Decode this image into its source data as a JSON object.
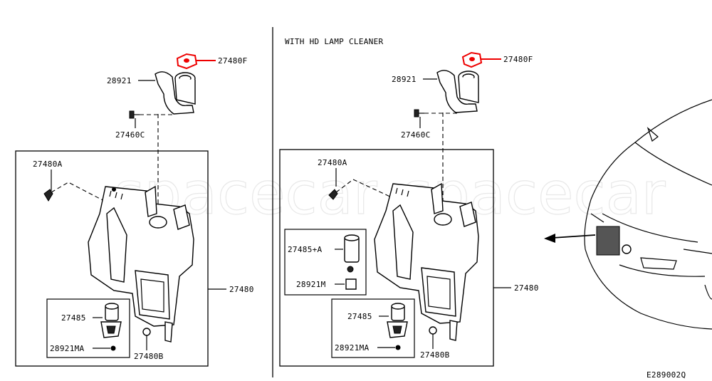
{
  "header": {
    "variant_label": "WITH HD LAMP CLEANER"
  },
  "watermark": "spacecar",
  "diagram_code": "E289002Q",
  "left_panel": {
    "labels": {
      "cap_f": "27480F",
      "hose": "28921",
      "clip": "27460C",
      "screw_a": "27480A",
      "tank": "27480",
      "pump": "27485",
      "grommet": "28921MA",
      "bracket_b": "27480B"
    }
  },
  "right_panel": {
    "labels": {
      "cap_f": "27480F",
      "hose": "28921",
      "clip": "27460C",
      "screw_a": "27480A",
      "tank": "27480",
      "hd_pump": "27485+A",
      "hd_grommet": "28921M",
      "pump": "27485",
      "grommet": "28921MA",
      "bracket_b": "27480B"
    }
  },
  "colors": {
    "highlight": "#e00000",
    "line": "#000000",
    "watermark": "#e8e8e8"
  }
}
